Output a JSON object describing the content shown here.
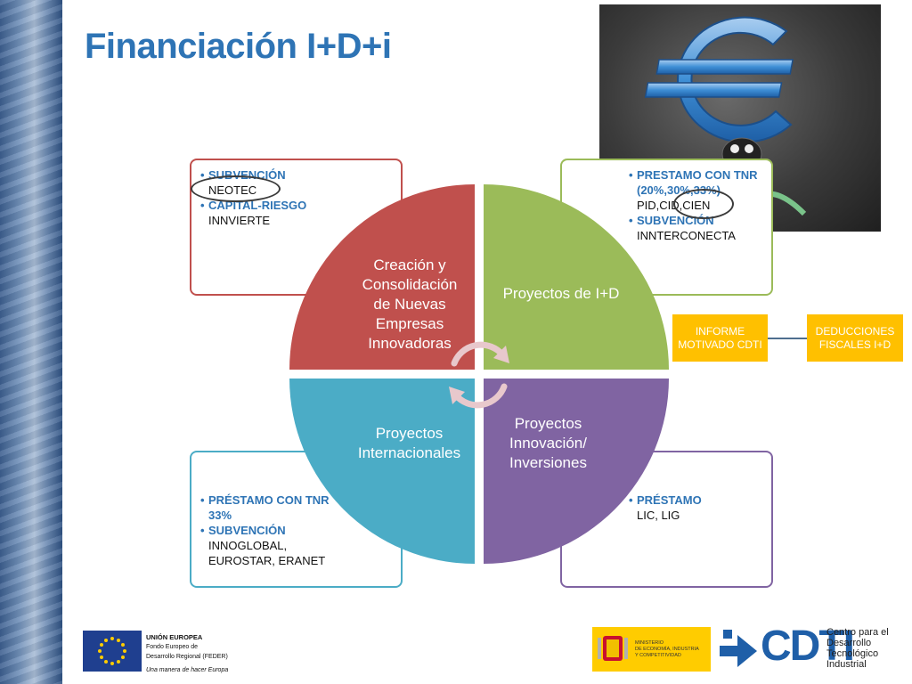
{
  "title": "Financiación I+D+i",
  "colors": {
    "title": "#2e74b5",
    "red": "#c0504d",
    "green": "#9bbb59",
    "blue": "#4bacc6",
    "purple": "#8064a2",
    "orange": "#ffc000"
  },
  "quadrants": {
    "top_left": "Creación y Consolidación de Nuevas Empresas Innovadoras",
    "top_right": "Proyectos de I+D",
    "bottom_left": "Proyectos Internacionales",
    "bottom_right": "Proyectos Innovación/ Inversiones"
  },
  "boxes": {
    "top_left": [
      {
        "label": "SUBVENCIÓN",
        "detail": "NEOTEC"
      },
      {
        "label": "CAPITAL-RIESGO",
        "detail": "INNVIERTE"
      }
    ],
    "top_right": [
      {
        "label": "PRESTAMO  CON TNR (20%,30%,33%)",
        "detail": "PID,CID,CIEN"
      },
      {
        "label": "SUBVENCIÓN",
        "detail": "INNTERCONECTA"
      }
    ],
    "bottom_left": [
      {
        "label": "PRÉSTAMO CON TNR 33%",
        "detail": ""
      },
      {
        "label": "SUBVENCIÓN",
        "detail": "INNOGLOBAL, EUROSTAR, ERANET"
      }
    ],
    "bottom_right": [
      {
        "label": "PRÉSTAMO",
        "detail": "LIC, LIG"
      }
    ]
  },
  "side_boxes": {
    "informe": "INFORME MOTIVADO CDTI",
    "deducciones": "DEDUCCIONES FISCALES I+D"
  },
  "footer": {
    "eu_title": "UNIÓN EUROPEA",
    "eu_fund_1": "Fondo Europeo de",
    "eu_fund_2": "Desarrollo Regional (FEDER)",
    "eu_motto": "Una manera de hacer Europa",
    "ministry_1": "MINISTERIO",
    "ministry_2": "DE ECONOMÍA, INDUSTRIA",
    "ministry_3": "Y COMPETITIVIDAD",
    "cdti": "CDTI",
    "cdti_sub_1": "Centro para el",
    "cdti_sub_2": "Desarrollo",
    "cdti_sub_3": "Tecnológico",
    "cdti_sub_4": "Industrial"
  },
  "icons": {
    "photo": "euro-sign-photo-icon",
    "cycle": "cycle-arrows-icon",
    "eu_flag": "eu-flag-icon",
    "spain_crest": "spain-crest-icon",
    "cdti_mark": "cdti-arrow-icon"
  }
}
